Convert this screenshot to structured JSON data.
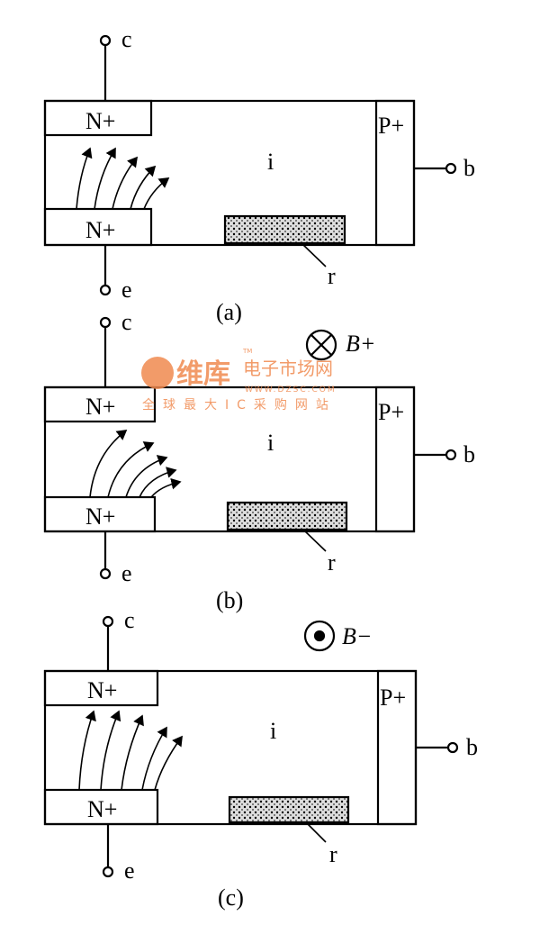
{
  "panels": [
    {
      "caption": "(a)",
      "field": ""
    },
    {
      "caption": "(b)",
      "field": "B+"
    },
    {
      "caption": "(c)",
      "field": "B−"
    }
  ],
  "labels": {
    "collector": "c",
    "emitter": "e",
    "base": "b",
    "intrinsic": "i",
    "resistor": "r",
    "n_plus": "N+",
    "p_plus": "P+"
  },
  "watermark": {
    "brand": "维库",
    "name": "电子市场网",
    "url": "WWW.DZSC.COM",
    "slogan": "全球最大IC采购网站",
    "tm": "TM"
  }
}
